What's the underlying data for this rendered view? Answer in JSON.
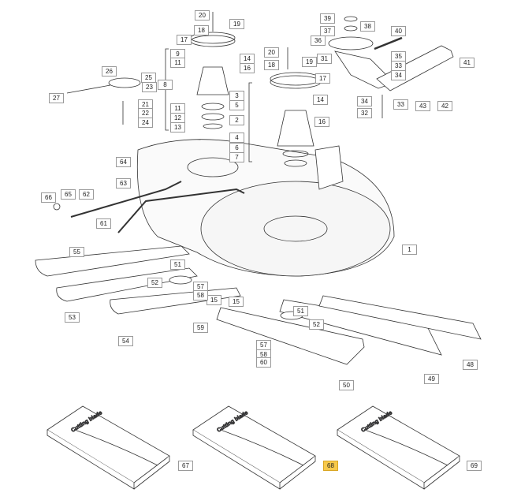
{
  "diagram": {
    "title": "Cutting deck exploded parts view",
    "highlight_color": "#f7c94b",
    "package_text": "Cutting blade",
    "labels": [
      {
        "text": "20"
      },
      {
        "text": "19"
      },
      {
        "text": "18"
      },
      {
        "text": "17"
      },
      {
        "text": "9"
      },
      {
        "text": "11"
      },
      {
        "text": "14"
      },
      {
        "text": "16"
      },
      {
        "text": "8"
      },
      {
        "text": "26"
      },
      {
        "text": "25"
      },
      {
        "text": "23"
      },
      {
        "text": "27"
      },
      {
        "text": "21"
      },
      {
        "text": "22"
      },
      {
        "text": "24"
      },
      {
        "text": "11"
      },
      {
        "text": "12"
      },
      {
        "text": "13"
      },
      {
        "text": "39"
      },
      {
        "text": "38"
      },
      {
        "text": "37"
      },
      {
        "text": "36"
      },
      {
        "text": "40"
      },
      {
        "text": "31"
      },
      {
        "text": "19"
      },
      {
        "text": "17"
      },
      {
        "text": "35"
      },
      {
        "text": "33"
      },
      {
        "text": "34"
      },
      {
        "text": "41"
      },
      {
        "text": "20"
      },
      {
        "text": "18"
      },
      {
        "text": "14"
      },
      {
        "text": "3"
      },
      {
        "text": "5"
      },
      {
        "text": "2"
      },
      {
        "text": "16"
      },
      {
        "text": "4"
      },
      {
        "text": "6"
      },
      {
        "text": "7"
      },
      {
        "text": "43"
      },
      {
        "text": "42"
      },
      {
        "text": "34"
      },
      {
        "text": "33"
      },
      {
        "text": "32"
      },
      {
        "text": "64"
      },
      {
        "text": "63"
      },
      {
        "text": "66"
      },
      {
        "text": "65"
      },
      {
        "text": "62"
      },
      {
        "text": "61"
      },
      {
        "text": "55"
      },
      {
        "text": "1"
      },
      {
        "text": "51"
      },
      {
        "text": "52"
      },
      {
        "text": "57"
      },
      {
        "text": "15"
      },
      {
        "text": "58"
      },
      {
        "text": "59"
      },
      {
        "text": "53"
      },
      {
        "text": "54"
      },
      {
        "text": "15"
      },
      {
        "text": "51"
      },
      {
        "text": "52"
      },
      {
        "text": "57"
      },
      {
        "text": "58"
      },
      {
        "text": "60"
      },
      {
        "text": "50"
      },
      {
        "text": "49"
      },
      {
        "text": "48"
      },
      {
        "text": "67"
      },
      {
        "text": "68",
        "highlighted": true
      },
      {
        "text": "69"
      }
    ]
  }
}
